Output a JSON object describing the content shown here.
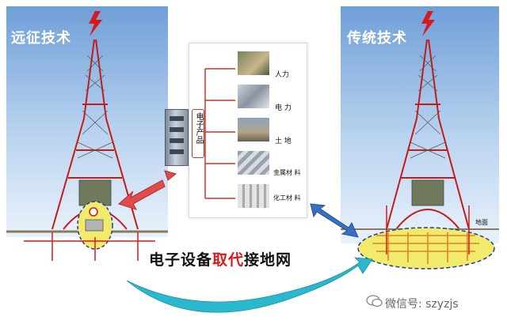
{
  "left_panel": {
    "title": "远征技术"
  },
  "right_panel": {
    "title": "传统技术",
    "ground_label": "地面"
  },
  "center_panel": {
    "group_label": "电子产品",
    "items": [
      {
        "label": "人力"
      },
      {
        "label": "电 力"
      },
      {
        "label": "土 地"
      },
      {
        "label": "金属材 料"
      },
      {
        "label": "化工材 料"
      }
    ]
  },
  "caption": {
    "part1": "电子设备",
    "part2": "取代",
    "part3": "接地网"
  },
  "watermark": "微信号: szyzjs",
  "colors": {
    "panel_top": "#6f9fd8",
    "tower_red": "#d7191c",
    "arrow_red": "#e04b4b",
    "arrow_blue": "#3a6fc2",
    "ground_yellow": "#f2ea6b",
    "swoosh_cyan": "#2ab8cf"
  },
  "icons": [
    "lightning-icon",
    "wechat-icon"
  ]
}
